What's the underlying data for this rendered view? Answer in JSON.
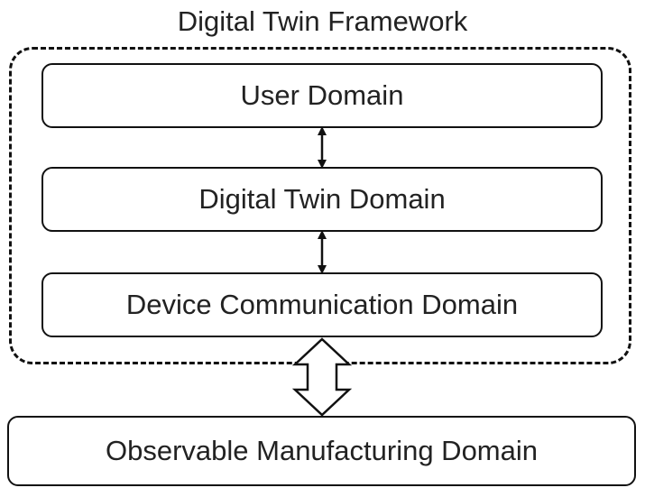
{
  "diagram": {
    "title": "Digital Twin Framework",
    "framework_layers": [
      "User Domain",
      "Digital Twin Domain",
      "Device Communication Domain"
    ],
    "external_domain": "Observable Manufacturing Domain",
    "connections": [
      {
        "from": "User Domain",
        "to": "Digital Twin Domain",
        "type": "bidirectional"
      },
      {
        "from": "Digital Twin Domain",
        "to": "Device Communication Domain",
        "type": "bidirectional"
      },
      {
        "from": "Digital Twin Framework",
        "to": "Observable Manufacturing Domain",
        "type": "bidirectional-block"
      }
    ]
  }
}
